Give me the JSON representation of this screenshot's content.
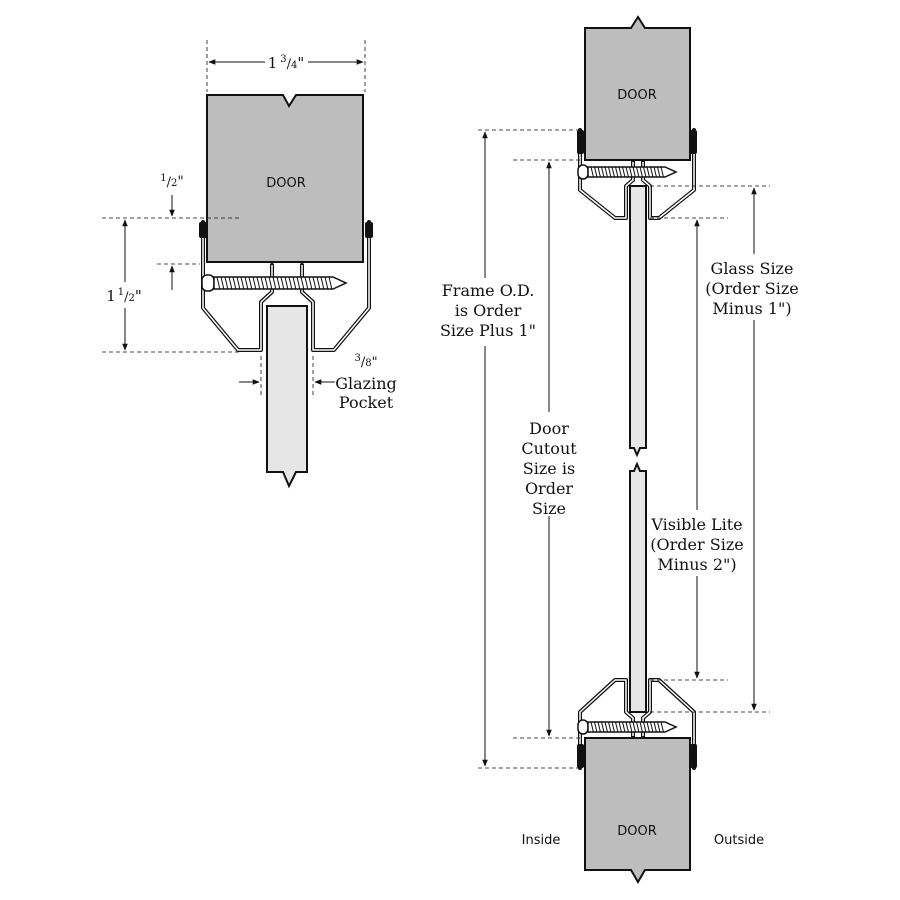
{
  "detail_view": {
    "door_label": "DOOR",
    "width_dim": {
      "whole": "1",
      "num": "3",
      "den": "4",
      "unit": "\""
    },
    "offset_dim": {
      "num": "1",
      "den": "2",
      "unit": "\""
    },
    "height_dim": {
      "whole": "1",
      "num": "1",
      "den": "2",
      "unit": "\""
    },
    "pocket_dim": {
      "num": "3",
      "den": "8",
      "unit": "\""
    },
    "pocket_label": [
      "Glazing",
      "Pocket"
    ]
  },
  "section_view": {
    "top_door_label": "DOOR",
    "bottom_door_label": "DOOR",
    "frame_od": [
      "Frame O.D.",
      "is Order",
      "Size Plus 1\""
    ],
    "door_cutout": [
      "Door",
      "Cutout",
      "Size is",
      "Order",
      "Size"
    ],
    "glass_size": [
      "Glass Size",
      "(Order Size",
      "Minus 1\")"
    ],
    "visible_lite": [
      "Visible Lite",
      "(Order Size",
      "Minus 2\")"
    ],
    "inside_label": "Inside",
    "outside_label": "Outside"
  }
}
